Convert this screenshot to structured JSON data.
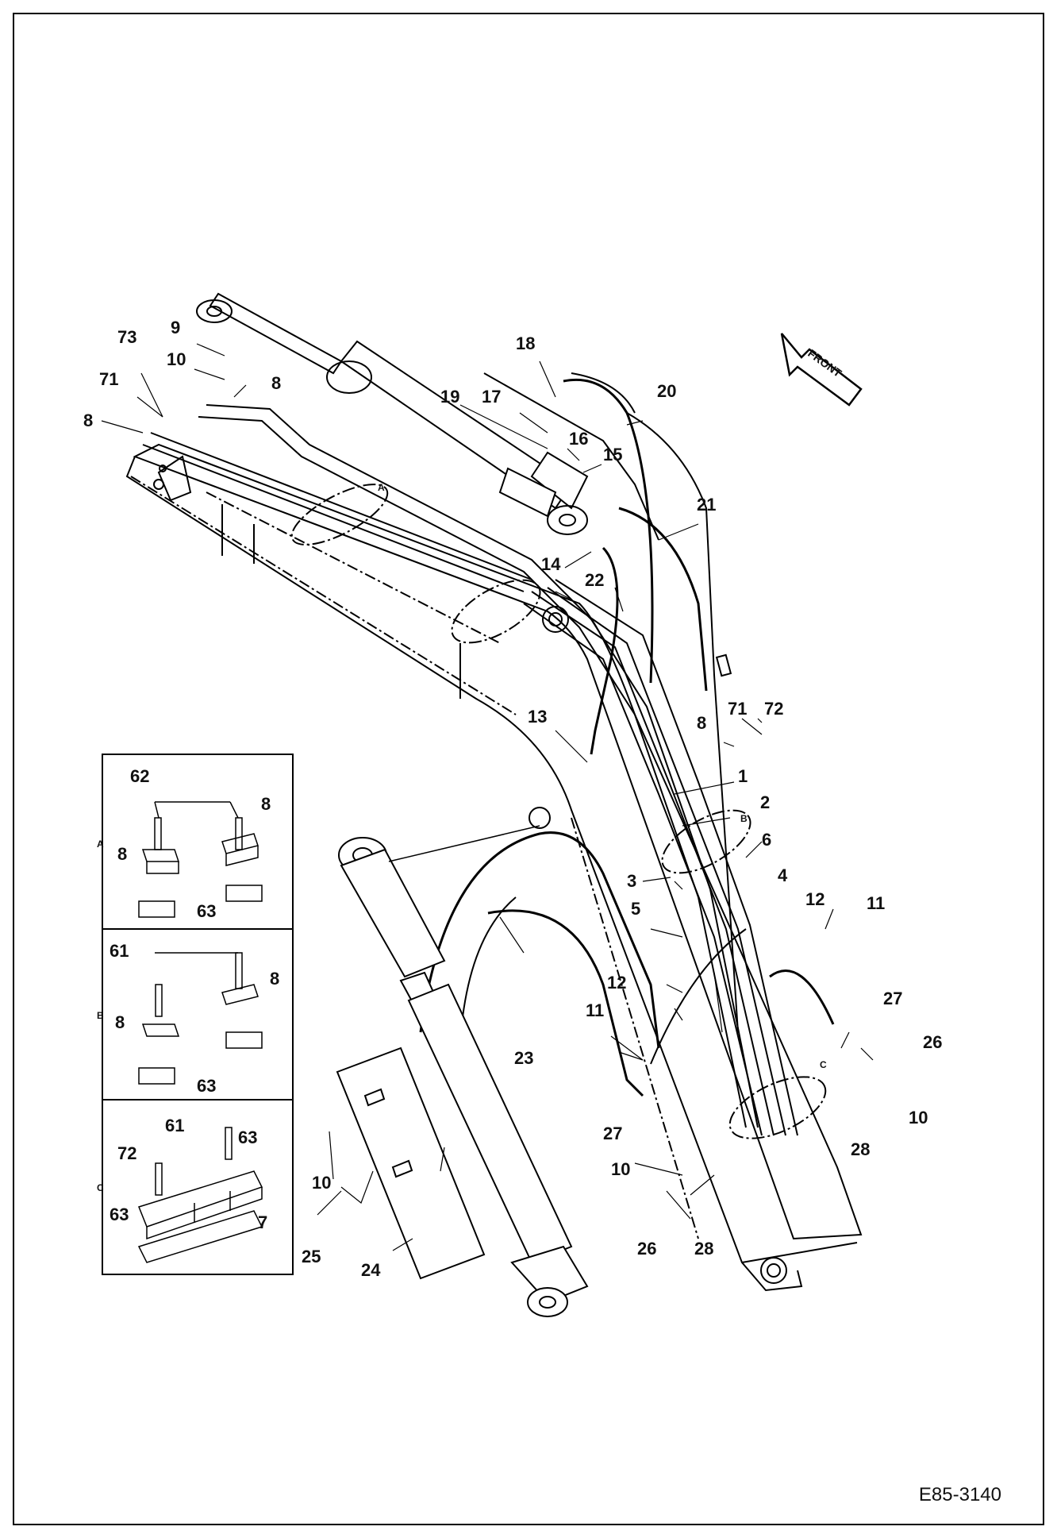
{
  "drawing_code": "E85-3140",
  "front_label": "FRONT",
  "inset_letters": {
    "a": "A",
    "b": "B",
    "c": "C"
  },
  "detail_letters": {
    "a": "A",
    "b": "B",
    "c": "C"
  },
  "callouts": {
    "n73": "73",
    "n9": "9",
    "n10_top": "10",
    "n8_top": "8",
    "n71_top": "71",
    "n8_left": "8",
    "n18": "18",
    "n17": "17",
    "n19": "19",
    "n16": "16",
    "n15": "15",
    "n20": "20",
    "n21": "21",
    "n14": "14",
    "n22": "22",
    "n13": "13",
    "n71_mid": "71",
    "n72_mid": "72",
    "n8_mid": "8",
    "n1": "1",
    "n2": "2",
    "n6": "6",
    "n3": "3",
    "n4": "4",
    "n5": "5",
    "n12_r": "12",
    "n11_r": "11",
    "n12_c": "12",
    "n11_c": "11",
    "n27_r": "27",
    "n26_r": "26",
    "n10_r": "10",
    "n28_r": "28",
    "n23": "23",
    "n27_c": "27",
    "n10_c": "10",
    "n26_c": "26",
    "n28_c": "28",
    "n25": "25",
    "n10_l": "10",
    "n24": "24",
    "a62": "62",
    "a8_r": "8",
    "a8_l": "8",
    "a63": "63",
    "b61": "61",
    "b8_r": "8",
    "b8_l": "8",
    "b63": "63",
    "c61": "61",
    "c63_r": "63",
    "c72": "72",
    "c63_l": "63",
    "c7": "7"
  }
}
